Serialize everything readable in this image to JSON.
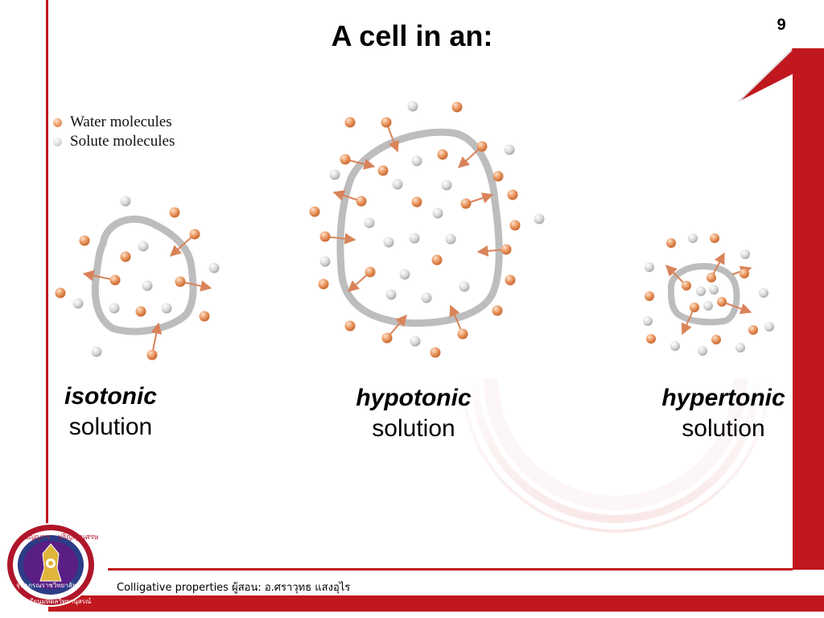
{
  "page_number": "9",
  "title": "A cell in an:",
  "legend": [
    {
      "label": "Water molecules",
      "color": "#e8925a"
    },
    {
      "label": "Solute molecules",
      "color": "#cfcfcf"
    }
  ],
  "cells": [
    {
      "kind": "isotonic",
      "suffix": "solution"
    },
    {
      "kind": "hypotonic",
      "suffix": "solution"
    },
    {
      "kind": "hypertonic",
      "suffix": "solution"
    }
  ],
  "footer": {
    "course": "Colligative properties",
    "instructor": "ผู้สอน: อ.ศราวุทธ แสงอุไร"
  },
  "logo": {
    "top_left_text": "ปัญญาฯ",
    "top_right_text": "ปริญญาเศรษ",
    "middle_text": "จุฬาภรณราชวิทยาลัย",
    "bottom_text": "โรงเรียนมหิดลวิทยานุสรณ์"
  },
  "theme": {
    "accent_red": "#c0181e",
    "water": "#e8925a",
    "solute": "#cfcfcf",
    "membrane": "#bdbdbd",
    "arrow": "#d9835a"
  }
}
